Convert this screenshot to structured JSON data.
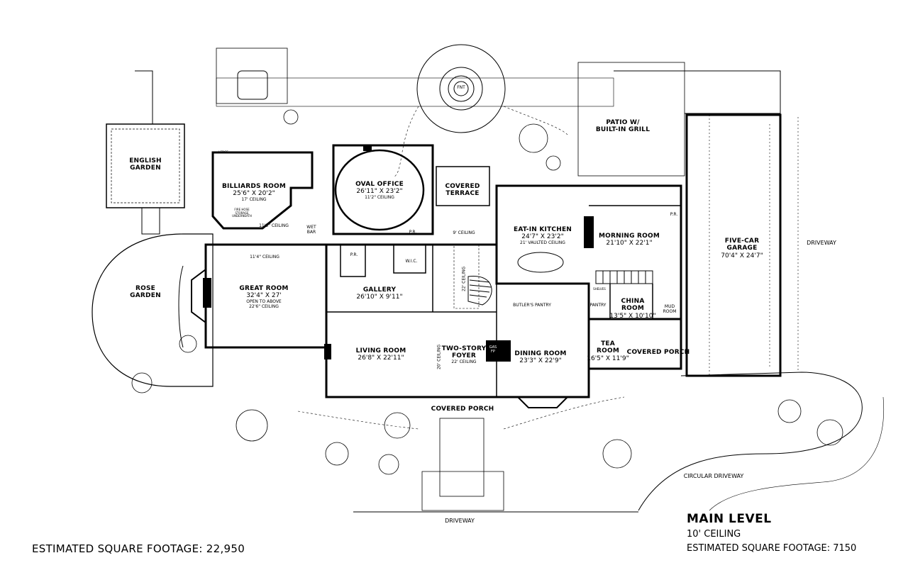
{
  "title_block": {
    "level": "MAIN LEVEL",
    "ceiling": "10' CEILING",
    "level_footage": "ESTIMATED SQUARE FOOTAGE: 7150",
    "total_footage": "ESTIMATED SQUARE FOOTAGE: 22,950"
  },
  "rooms": {
    "english_garden": "ENGLISH\nGARDEN",
    "rose_garden": "ROSE\nGARDEN",
    "billiards": {
      "name": "BILLIARDS ROOM",
      "dims": "25'6\" X 20'2\"",
      "note": "17' CEILING"
    },
    "oval_office": {
      "name": "OVAL OFFICE",
      "dims": "26'11\" X 23'2\"",
      "note": "11'2\" CEILING"
    },
    "covered_terrace": "COVERED\nTERRACE",
    "patio": "PATIO W/\nBUILT-IN GRILL",
    "eat_in_kitchen": {
      "name": "EAT-IN KITCHEN",
      "dims": "24'7\" X 23'2\"",
      "note": "21' VAULTED CEILING"
    },
    "morning_room": {
      "name": "MORNING ROOM",
      "dims": "21'10\" X 22'1\""
    },
    "garage": {
      "name": "FIVE-CAR\nGARAGE",
      "dims": "70'4\" X 24'7\""
    },
    "great_room": {
      "name": "GREAT ROOM",
      "dims": "32'4\" X 27'",
      "note": "OPEN TO ABOVE\n22'6\" CEILING"
    },
    "gallery": {
      "name": "GALLERY",
      "dims": "26'10\" X 9'11\""
    },
    "butlers_pantry": "BUTLER'S PANTRY",
    "pantry": "PANTRY",
    "china_room": {
      "name": "CHINA\nROOM",
      "dims": "13'5\" X 10'10\""
    },
    "mud_room": "MUD\nROOM",
    "living_room": {
      "name": "LIVING ROOM",
      "dims": "26'8\" X 22'11\""
    },
    "foyer": {
      "name": "TWO-STORY\nFOYER",
      "note": "22' CEILING"
    },
    "dining_room": {
      "name": "DINING ROOM",
      "dims": "23'3\" X 22'9\""
    },
    "tea_room": {
      "name": "TEA\nROOM",
      "dims": "16'5\" X 11'9\""
    },
    "covered_porch_side": "COVERED PORCH",
    "covered_porch_front": "COVERED PORCH",
    "pr": "P.R.",
    "wic": "W.I.C.",
    "wet_bar": "WET\nBAR"
  },
  "notes": {
    "ceiling_11_3": "11'3\" CEILING",
    "ceiling_11_4": "11'4\" CEILING",
    "ceiling_9": "9' CEILING",
    "ceiling_22_gallery": "22' CEILING",
    "ceiling_20_foyer": "20' CEILING",
    "fire_hose": "FIRE HOSE\nSTORAGE\nUNDERNEATH",
    "fnt": "FNT",
    "gas_fp": "GAS\nFP",
    "ledge": "LEDGE",
    "shelves": "SHELVES"
  },
  "site": {
    "driveway_right": "DRIVEWAY",
    "driveway_bottom": "DRIVEWAY",
    "circular_driveway": "CIRCULAR DRIVEWAY"
  }
}
